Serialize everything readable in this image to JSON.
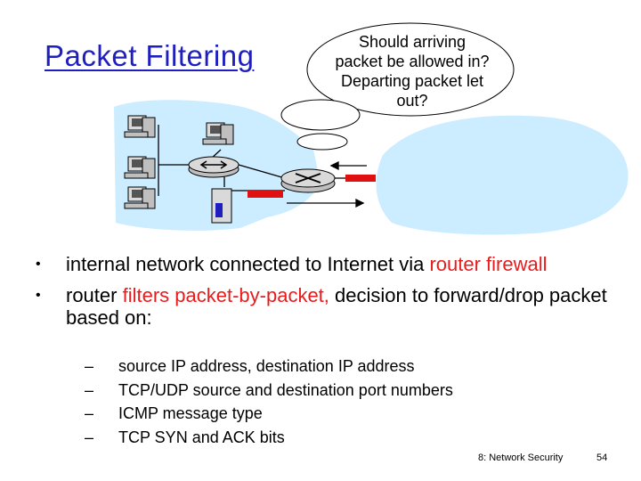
{
  "slide": {
    "title": "Packet Filtering",
    "bubble_lines": [
      "Should arriving",
      "packet be allowed in?",
      "Departing packet let",
      "out?"
    ],
    "bullets": [
      {
        "marker": "•",
        "parts": [
          {
            "text": "internal network connected to Internet via ",
            "color": "#000000"
          },
          {
            "text": "router firewall",
            "color": "#e81c1c"
          }
        ]
      },
      {
        "marker": "•",
        "parts": [
          {
            "text": "router ",
            "color": "#000000"
          },
          {
            "text": "filters packet-by-packet,",
            "color": "#e81c1c"
          },
          {
            "text": " decision to forward/drop packet based on:",
            "color": "#000000"
          }
        ]
      }
    ],
    "subbullets": [
      "source IP address, destination IP address",
      "TCP/UDP source and destination port numbers",
      "ICMP message type",
      "TCP SYN and ACK bits"
    ],
    "subbullet_marker": "–",
    "footer_left": "8: Network Security",
    "footer_right": "54"
  },
  "colors": {
    "title": "#1f1fbf",
    "accent_red": "#e81c1c",
    "network_cloud": "#ccecff",
    "packet": "#e01010",
    "router": "#d9d9d9"
  },
  "icons": [
    "workstation-icon",
    "router-icon",
    "firewall-server-icon",
    "arrow-icon"
  ]
}
